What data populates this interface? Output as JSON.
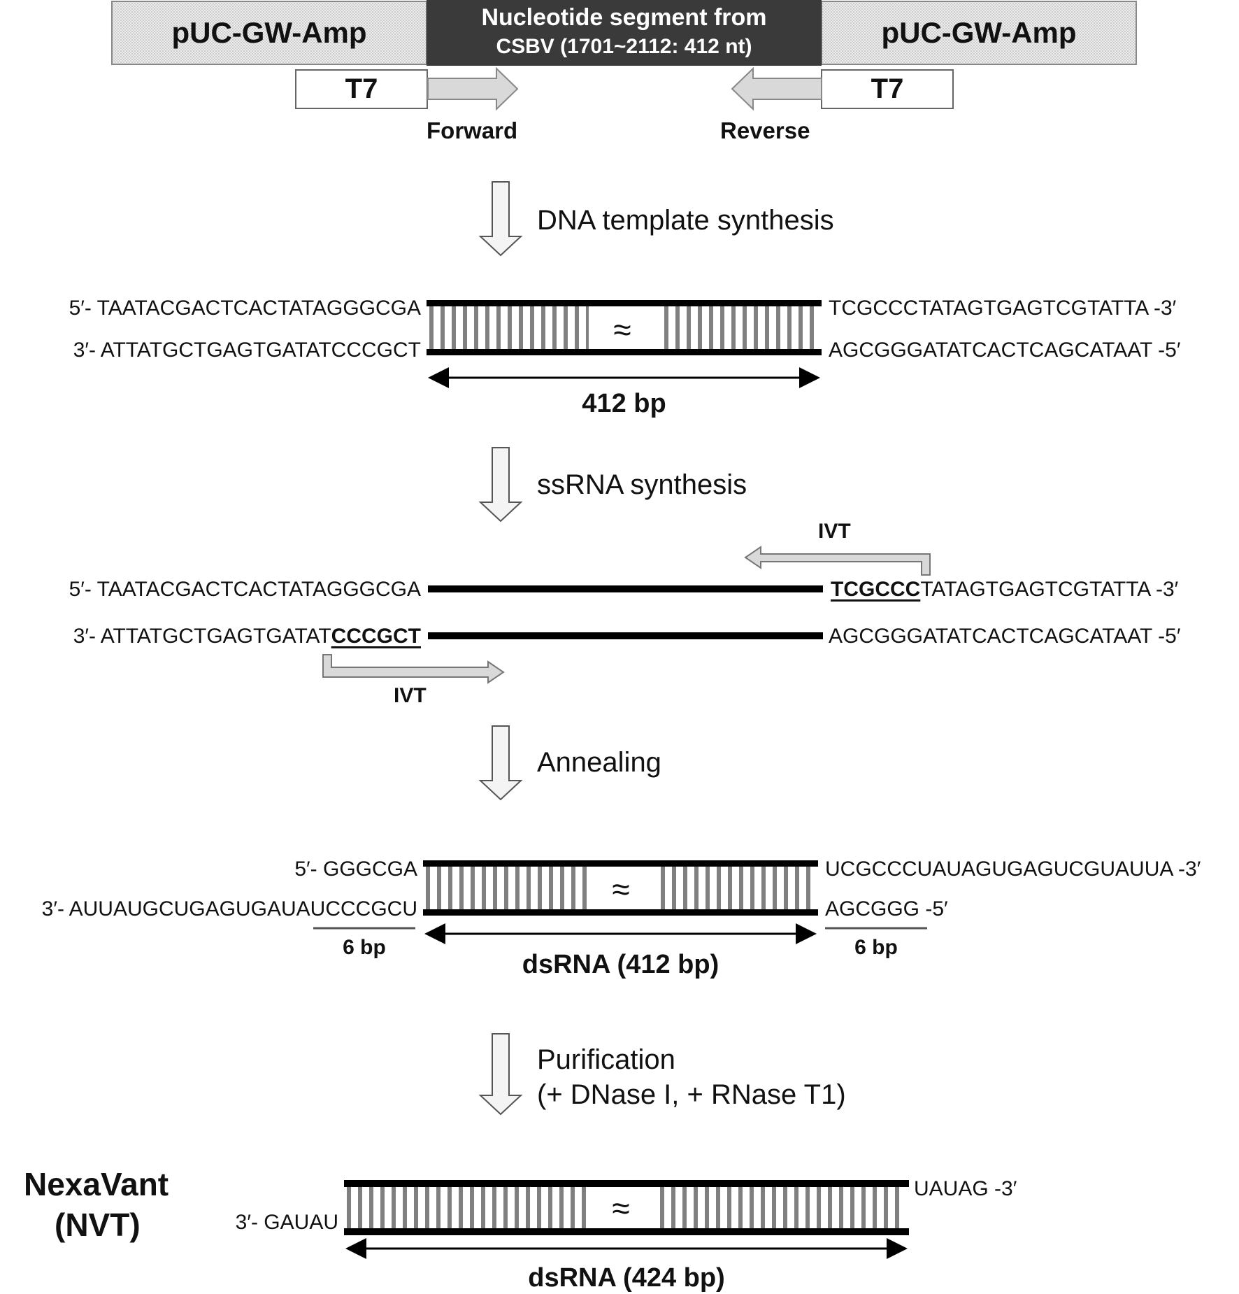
{
  "construct": {
    "left_vector": "pUC-GW-Amp",
    "right_vector": "pUC-GW-Amp",
    "insert_line1": "Nucleotide segment from",
    "insert_line2": "CSBV (1701~2112: 412 nt)",
    "promoter_left": "T7",
    "promoter_right": "T7",
    "primer_forward": "Forward",
    "primer_reverse": "Reverse"
  },
  "steps": {
    "step1": "DNA template synthesis",
    "step2": "ssRNA synthesis",
    "step3": "Annealing",
    "step4_line1": "Purification",
    "step4_line2": "(+ DNase I, + RNase T1)"
  },
  "dna_template": {
    "top_left": "5′- TAATACGACTCACTATAGGGCGA",
    "bottom_left": "3′- ATTATGCTGAGTGATATCCCGCT",
    "top_right": "TCGCCCTATAGTGAGTCGTATTA -3′",
    "bottom_right": "AGCGGGATATCACTCAGCATAAT -5′",
    "length": "412 bp"
  },
  "ssrna": {
    "top_left": "5′- TAATACGACTCACTATAGGGCGA",
    "top_right_bold": "TCGCCC",
    "top_right_rest": "TATAGTGAGTCGTATTA -3′",
    "bottom_left_plain": "3′- ATTATGCTGAGTGATAT",
    "bottom_left_bold": "CCCGCT",
    "bottom_right": "AGCGGGATATCACTCAGCATAAT -5′",
    "ivt_top": "IVT",
    "ivt_bottom": "IVT"
  },
  "annealed": {
    "top_left": "5′- GGGCGA",
    "bottom_left": "3′- AUUAUGCUGAGUGAUAUCCCGCU",
    "top_right": "UCGCCCUAUAGUGAGUCGUAUUA -3′",
    "bottom_right": "AGCGGG -5′",
    "overhang_left": "6 bp",
    "overhang_right": "6 bp",
    "length": "dsRNA (412 bp)"
  },
  "final": {
    "name_line1": "NexaVant",
    "name_line2": "(NVT)",
    "top_right": "UAUAG -3′",
    "bottom_left": "3′- GAUAU",
    "length": "dsRNA (424 bp)"
  },
  "symbols": {
    "break": "≈"
  },
  "colors": {
    "insert_fill": "#3a3a3a",
    "vector_fill": "#e8e8e8",
    "strand": "#000000",
    "rung": "#808080",
    "arrow_fill": "#d9d9d9"
  }
}
